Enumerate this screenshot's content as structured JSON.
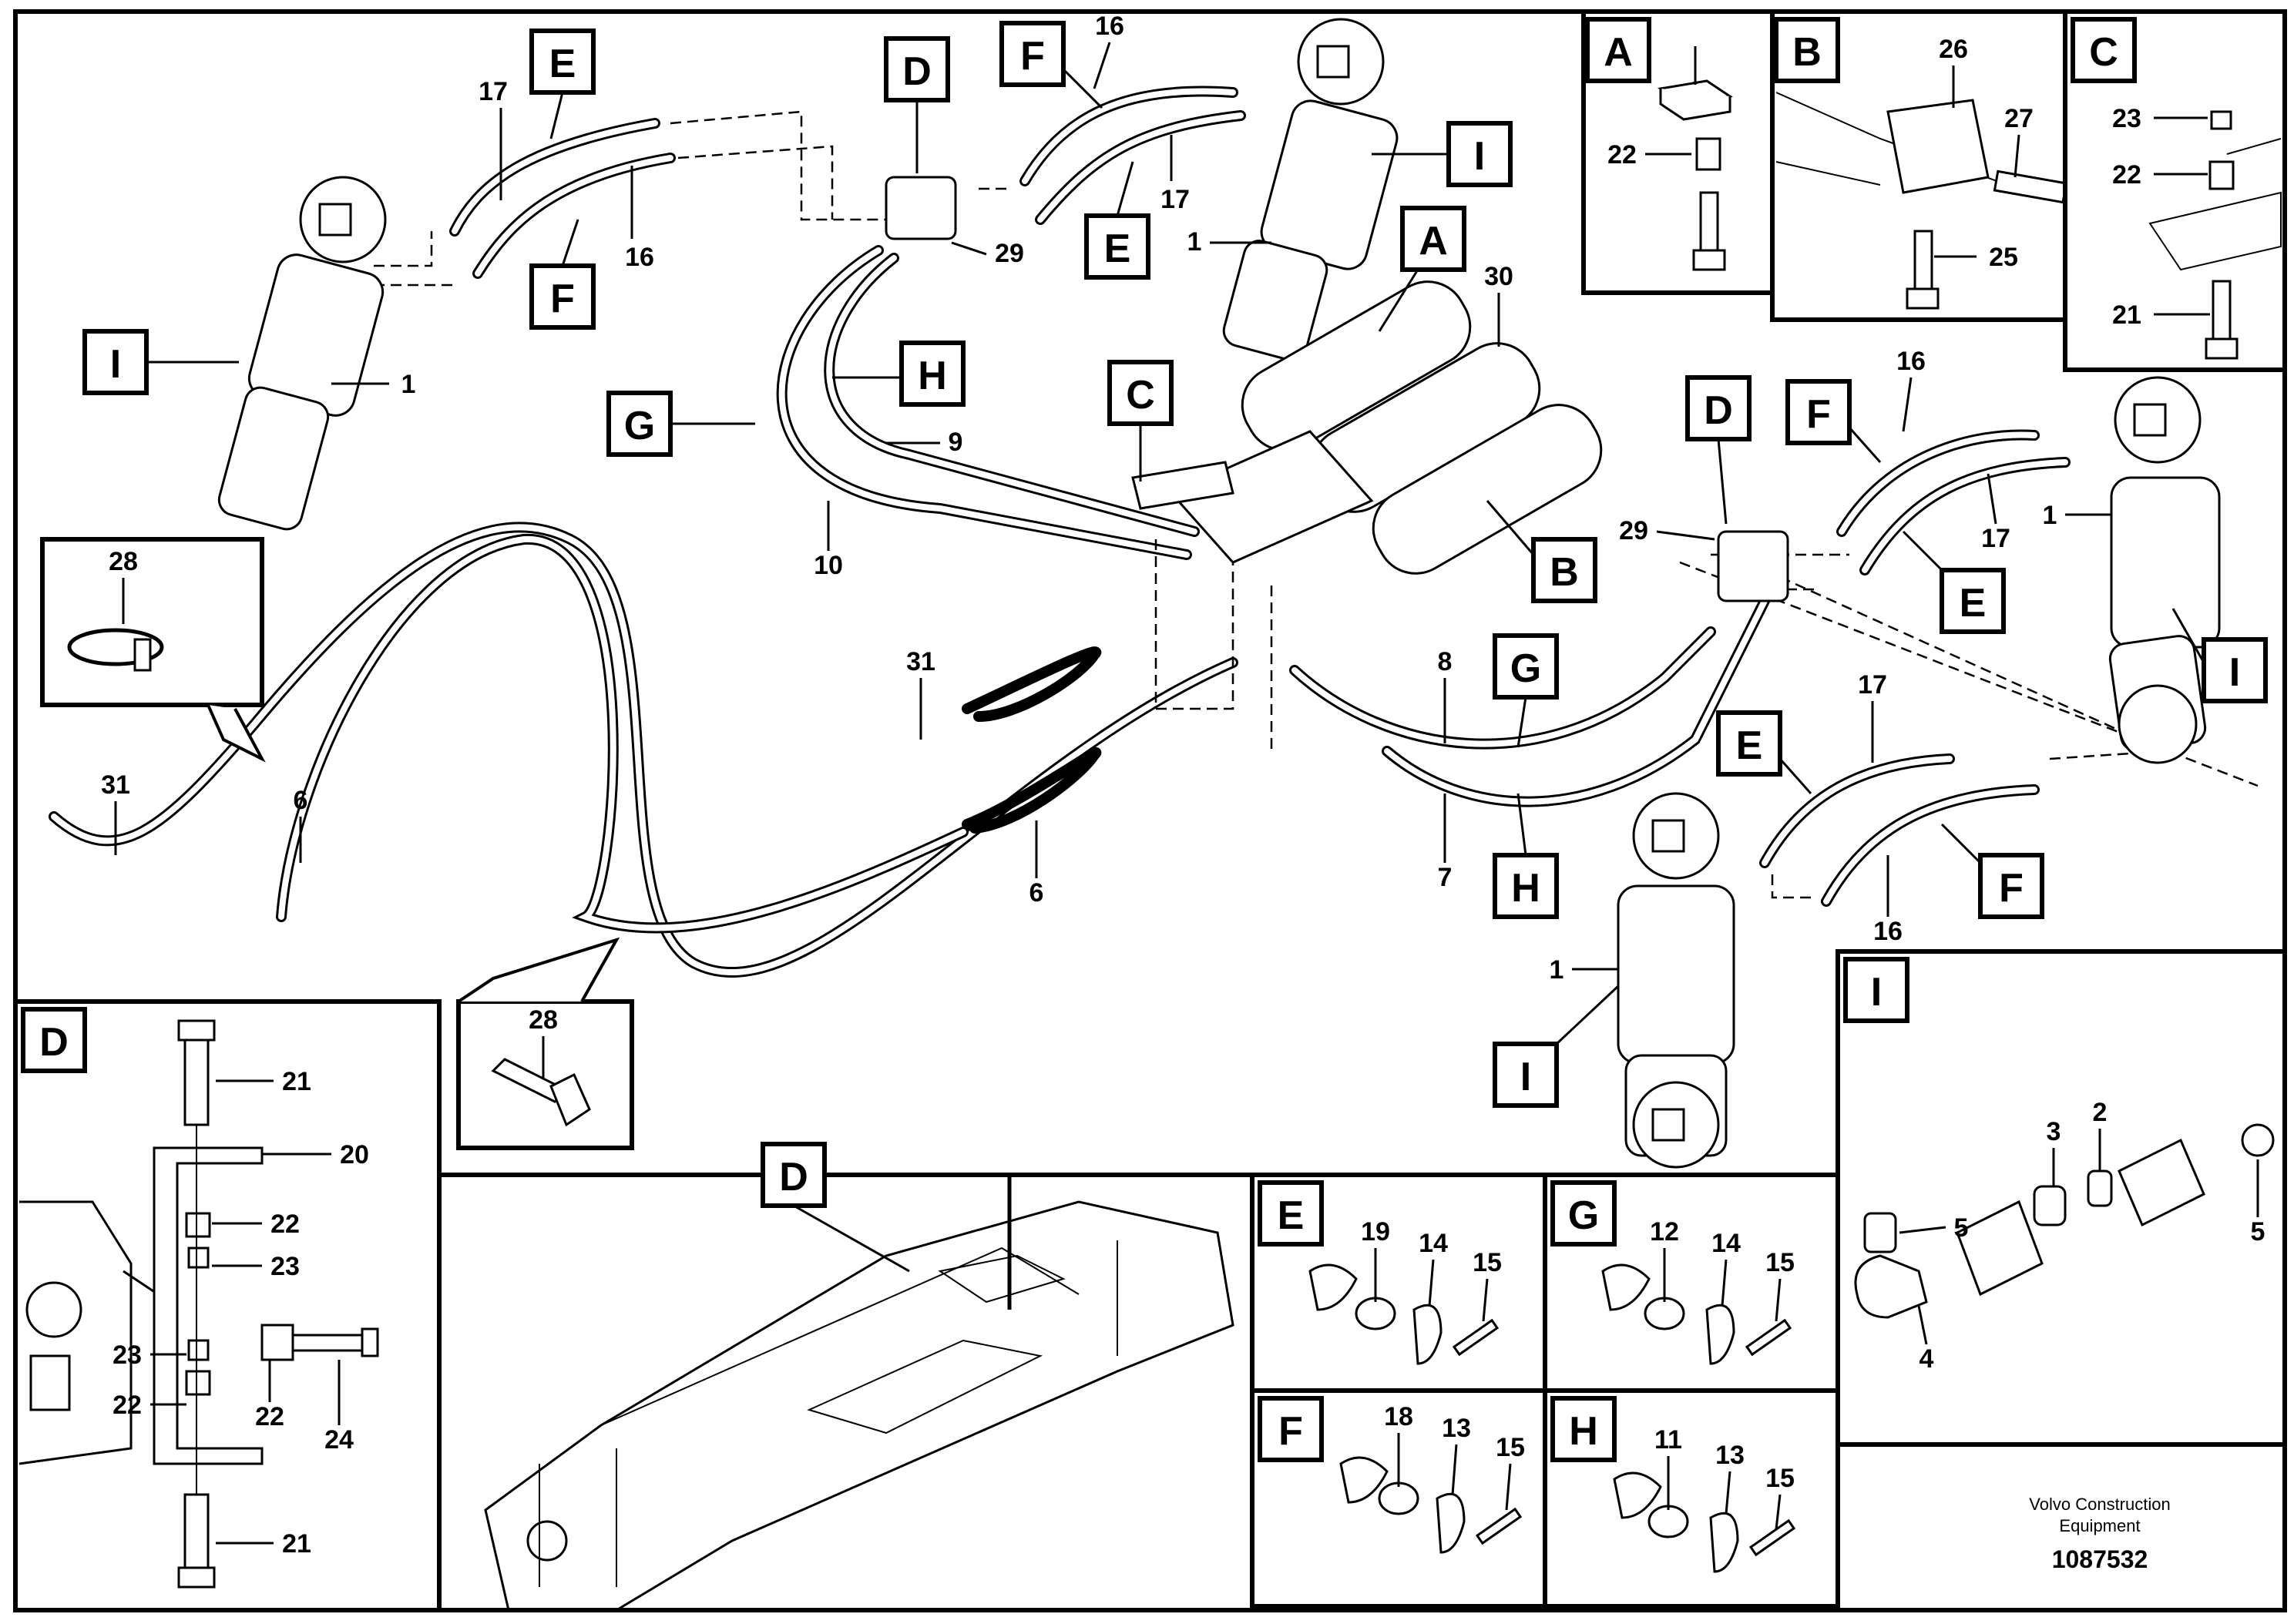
{
  "callouts": {
    "A": "A",
    "B": "B",
    "C": "C",
    "D": "D",
    "E": "E",
    "F": "F",
    "G": "G",
    "H": "H",
    "I": "I"
  },
  "part_numbers": {
    "p1": "1",
    "p2": "2",
    "p3": "3",
    "p4": "4",
    "p5": "5",
    "p6": "6",
    "p7": "7",
    "p8": "8",
    "p9": "9",
    "p10": "10",
    "p11": "11",
    "p12": "12",
    "p13": "13",
    "p14": "14",
    "p15": "15",
    "p16": "16",
    "p17": "17",
    "p18": "18",
    "p19": "19",
    "p20": "20",
    "p21": "21",
    "p22": "22",
    "p23": "23",
    "p24": "24",
    "p25": "25",
    "p26": "26",
    "p27": "27",
    "p28": "28",
    "p29": "29",
    "p30": "30",
    "p31": "31"
  },
  "footer": {
    "brand_line1": "Volvo Construction",
    "brand_line2": "Equipment",
    "doc_number": "1087532"
  }
}
